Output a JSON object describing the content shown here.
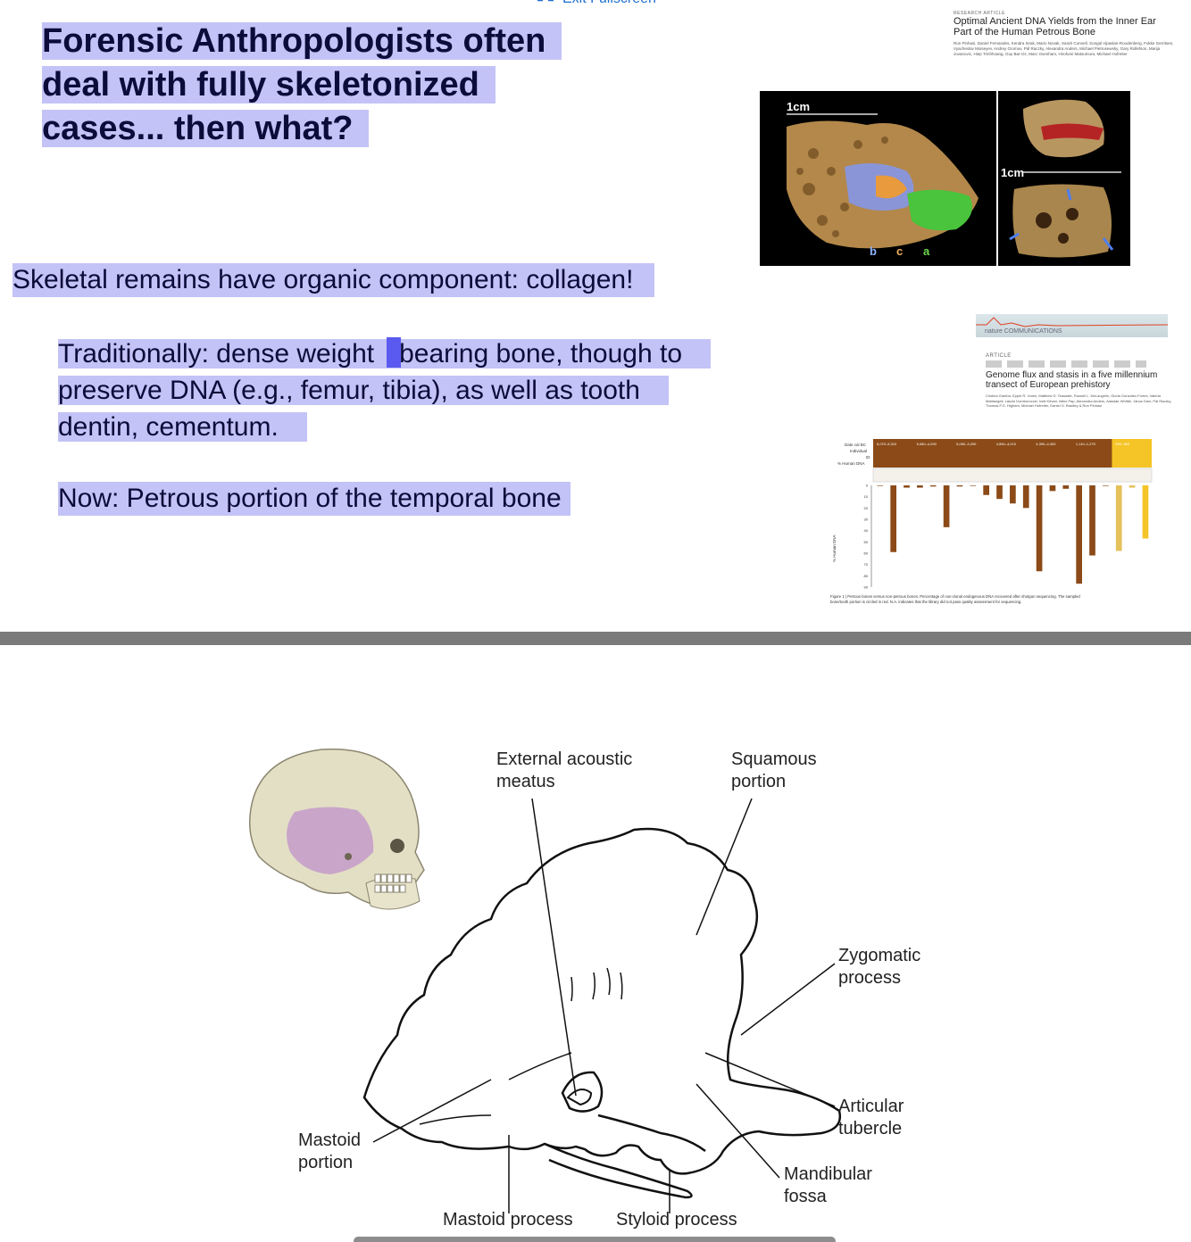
{
  "viewer": {
    "exit_fullscreen_label": "Exit Fullscreen"
  },
  "slide": {
    "title": "Forensic Anthropologists often deal with fully skeletonized cases... then what?",
    "bullet1": "Skeletal remains have organic component: collagen!",
    "bullet2_a": "Traditionally: dense weight",
    "bullet2_b": "-",
    "bullet2_c": "bearing bone, though to preserve DNA (e.g., femur, tibia), as well as tooth dentin, cementum.",
    "bullet3": "Now: Petrous portion of the temporal bone",
    "highlight_color": "#c3c3f7"
  },
  "paper1": {
    "tag": "RESEARCH ARTICLE",
    "title": "Optimal Ancient DNA Yields from the Inner Ear Part of the Human Petrous Bone",
    "authors": "Ron Pinhasi, Daniel Fernandes, Kendra Sirak, Mario Novak, Sarah Connell, Songül Alpaslan-Roodenberg, Fokke Gerritsen, Vyacheslav Moiseyev, Andrey Gromov, Pál Raczky, Alexandra Anders, Michael Pietrusewsky, Gary Rollefson, Marija Jovanovic, Hiep Trinhhoang, Guy Bar-Oz, Marc Oxenham, Hirofumi Matsumura, Michael Hofreiter",
    "scale_a": "1cm",
    "scale_b": "1cm",
    "fig_labels": [
      "b",
      "c",
      "a"
    ]
  },
  "paper2": {
    "journal": "nature COMMUNICATIONS",
    "section": "ARTICLE",
    "title": "Genome flux and stasis in a five millennium transect of European prehistory",
    "authors": "Cristina Gamba, Eppie R. Jones, Matthew D. Teasdale, Russell L. McLaughlin, Gloria Gonzalez-Fortes, Valeria Mattiangeli, László Domboróczki, Ivett Kővári, Ildikó Pap, Alexandra Anders, Alasdair Whittle, János Dani, Pál Raczky, Thomas F.G. Higham, Michael Hofreiter, Daniel G. Bradley & Ron Pinhasi",
    "caption": "Figure 1 | Petrous bones versus non-petrous bones. Percentage of non-clonal endogenous DNA recovered after shotgun sequencing. The sampled bone/tooth portion is circled in red. N.A. indicates that the library did not pass quality assessment for sequencing."
  },
  "chart_data": {
    "type": "bar",
    "row_labels": [
      "Date cal BC",
      "Individual",
      "ID",
      "% Human DNA"
    ],
    "ylabel": "% Human DNA",
    "ylim": [
      0,
      90
    ],
    "yticks": [
      0,
      10,
      20,
      30,
      40,
      50,
      60,
      70,
      80,
      90
    ],
    "periods": [
      "5,070–5,310",
      "5,060–4,290",
      "5,050–3,290",
      "4,550–4,210",
      "4,390–4,300",
      "1,110–1,270",
      "830–980"
    ],
    "values": [
      0.4,
      59,
      2,
      2,
      1,
      37,
      1,
      0.5,
      8.5,
      12,
      16,
      20,
      76,
      5,
      3,
      87,
      62,
      0.5,
      58,
      2,
      47
    ],
    "colors": {
      "brown": "#8b4a17",
      "gold": "#e5c15b",
      "yellow": "#f5c426"
    }
  },
  "diagram": {
    "labels": {
      "external_acoustic_meatus": "External acoustic\nmeatus",
      "squamous_portion": "Squamous\nportion",
      "zygomatic_process": "Zygomatic\nprocess",
      "articular_tubercle": "Articular\ntubercle",
      "mandibular_fossa": "Mandibular\nfossa",
      "mastoid_portion": "Mastoid\nportion",
      "mastoid_process": "Mastoid process",
      "styloid_process": "Styloid process"
    }
  }
}
